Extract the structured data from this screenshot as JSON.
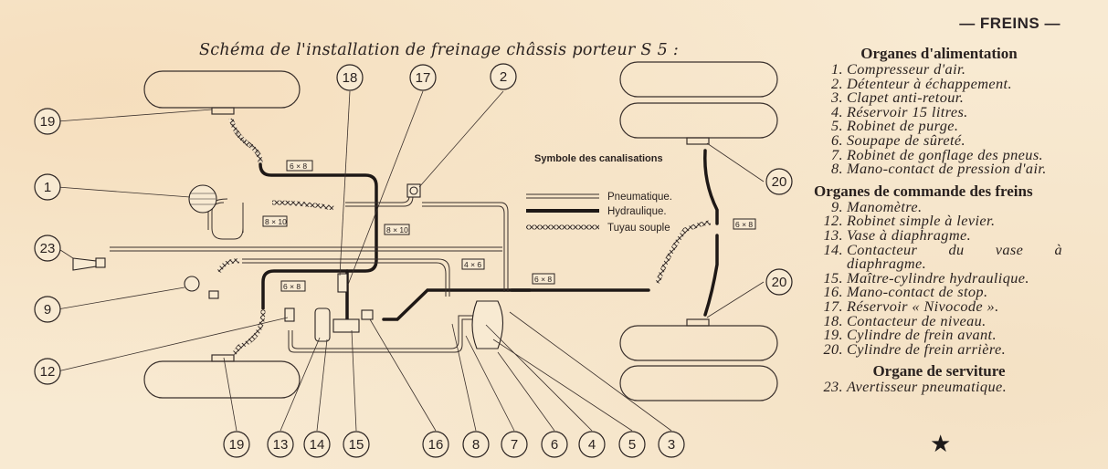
{
  "header": {
    "section": "— FREINS —"
  },
  "diagram": {
    "title": "Schéma de l'installation de freinage châssis porteur S 5 :",
    "symbol_legend": {
      "title": "Symbole des canalisations",
      "items": [
        {
          "type": "pneumatic",
          "label": "Pneumatique."
        },
        {
          "type": "hydraulic",
          "label": "Hydraulique."
        },
        {
          "type": "flexible",
          "label": "Tuyau souple"
        }
      ]
    },
    "size_labels": [
      "6 × 8",
      "8 × 10",
      "8 × 10",
      "4 × 6",
      "6 × 8",
      "6 × 8",
      "6 × 8"
    ],
    "callouts": [
      "19",
      "1",
      "23",
      "9",
      "12",
      "18",
      "17",
      "2",
      "20",
      "20",
      "19",
      "13",
      "14",
      "15",
      "16",
      "8",
      "7",
      "6",
      "4",
      "5",
      "3"
    ]
  },
  "legend": {
    "sections": [
      {
        "title": "Organes d'alimentation",
        "items": [
          {
            "num": "1.",
            "text": "Compresseur d'air."
          },
          {
            "num": "2.",
            "text": "Détenteur à échappement."
          },
          {
            "num": "3.",
            "text": "Clapet anti-retour."
          },
          {
            "num": "4.",
            "text": "Réservoir 15 litres."
          },
          {
            "num": "5.",
            "text": "Robinet de purge."
          },
          {
            "num": "6.",
            "text": "Soupape de sûreté."
          },
          {
            "num": "7.",
            "text": "Robinet de gonflage des pneus."
          },
          {
            "num": "8.",
            "text": "Mano-contact de pression d'air."
          }
        ]
      },
      {
        "title": "Organes de commande des freins",
        "items": [
          {
            "num": "9.",
            "text": "Manomètre."
          },
          {
            "num": "12.",
            "text": "Robinet simple à levier."
          },
          {
            "num": "13.",
            "text": "Vase à diaphragme."
          },
          {
            "num": "14.",
            "text": "Contacteur du vase à diaphragme."
          },
          {
            "num": "15.",
            "text": "Maître-cylindre hydraulique."
          },
          {
            "num": "16.",
            "text": "Mano-contact de stop."
          },
          {
            "num": "17.",
            "text": "Réservoir « Nivocode »."
          },
          {
            "num": "18.",
            "text": "Contacteur de niveau."
          },
          {
            "num": "19.",
            "text": "Cylindre de frein avant."
          },
          {
            "num": "20.",
            "text": "Cylindre de frein arrière."
          }
        ]
      },
      {
        "title": "Organe de serviture",
        "items": [
          {
            "num": "23.",
            "text": "Avertisseur pneumatique."
          }
        ]
      }
    ],
    "end_mark": "★"
  }
}
